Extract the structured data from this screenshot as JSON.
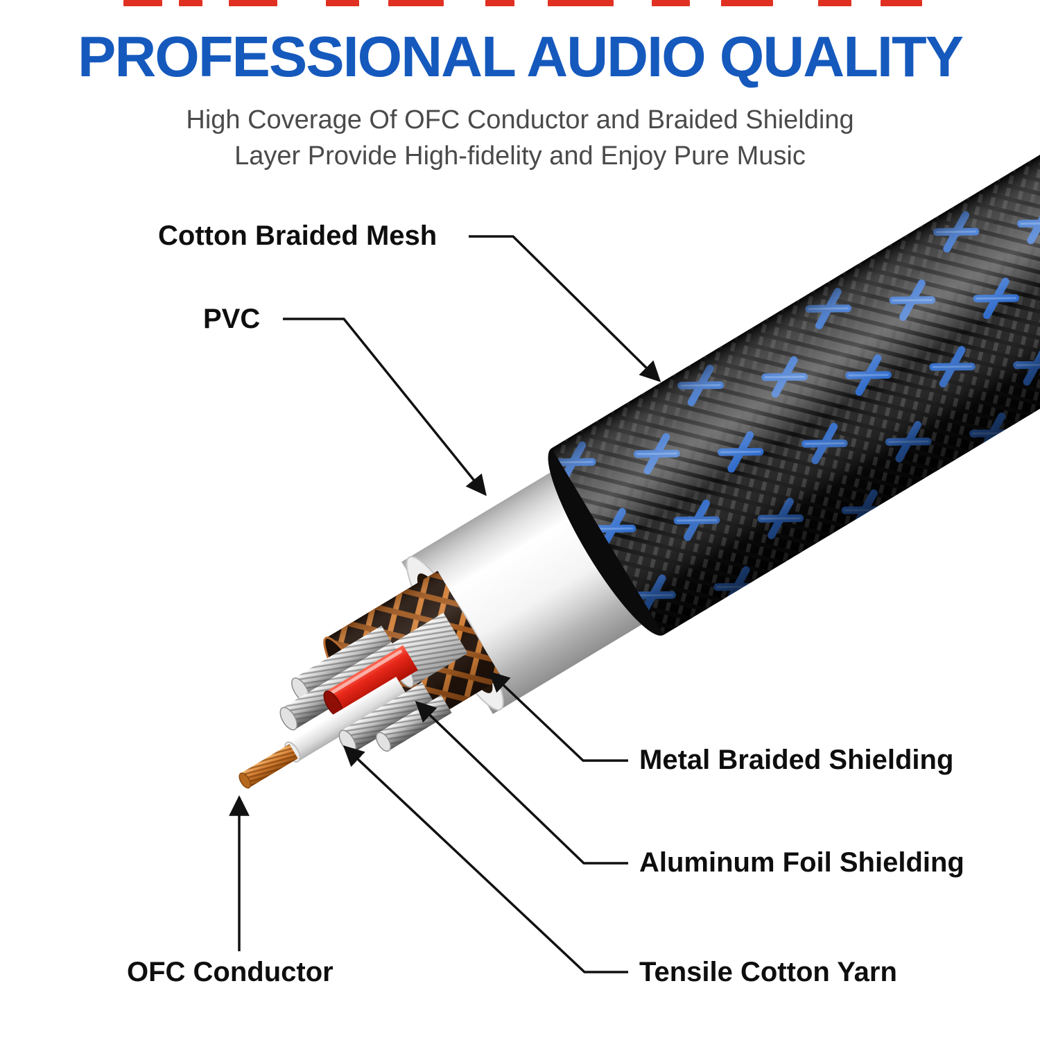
{
  "header": {
    "title": "PROFESSIONAL AUDIO QUALITY",
    "title_color": "#1559bd",
    "subtitle_line1": "High Coverage Of OFC Conductor and Braided Shielding",
    "subtitle_line2": "Layer Provide High-fidelity and Enjoy Pure Music"
  },
  "diagram": {
    "labels": [
      {
        "id": "cotton-braided-mesh",
        "text": "Cotton Braided Mesh"
      },
      {
        "id": "pvc",
        "text": "PVC"
      },
      {
        "id": "metal-braided-shielding",
        "text": "Metal Braided Shielding"
      },
      {
        "id": "aluminum-foil-shielding",
        "text": "Aluminum Foil Shielding"
      },
      {
        "id": "tensile-cotton-yarn",
        "text": "Tensile Cotton Yarn"
      },
      {
        "id": "ofc-conductor",
        "text": "OFC Conductor"
      }
    ],
    "colors": {
      "jacket_black": "#0e0e0e",
      "accent_blue": "#2f6fd4",
      "pvc_white": "#f2f2f2",
      "copper_mesh": "#c9762f",
      "red_wire": "#e02414",
      "silver_wire": "#bdbdbd",
      "callout_line": "#111111"
    }
  }
}
